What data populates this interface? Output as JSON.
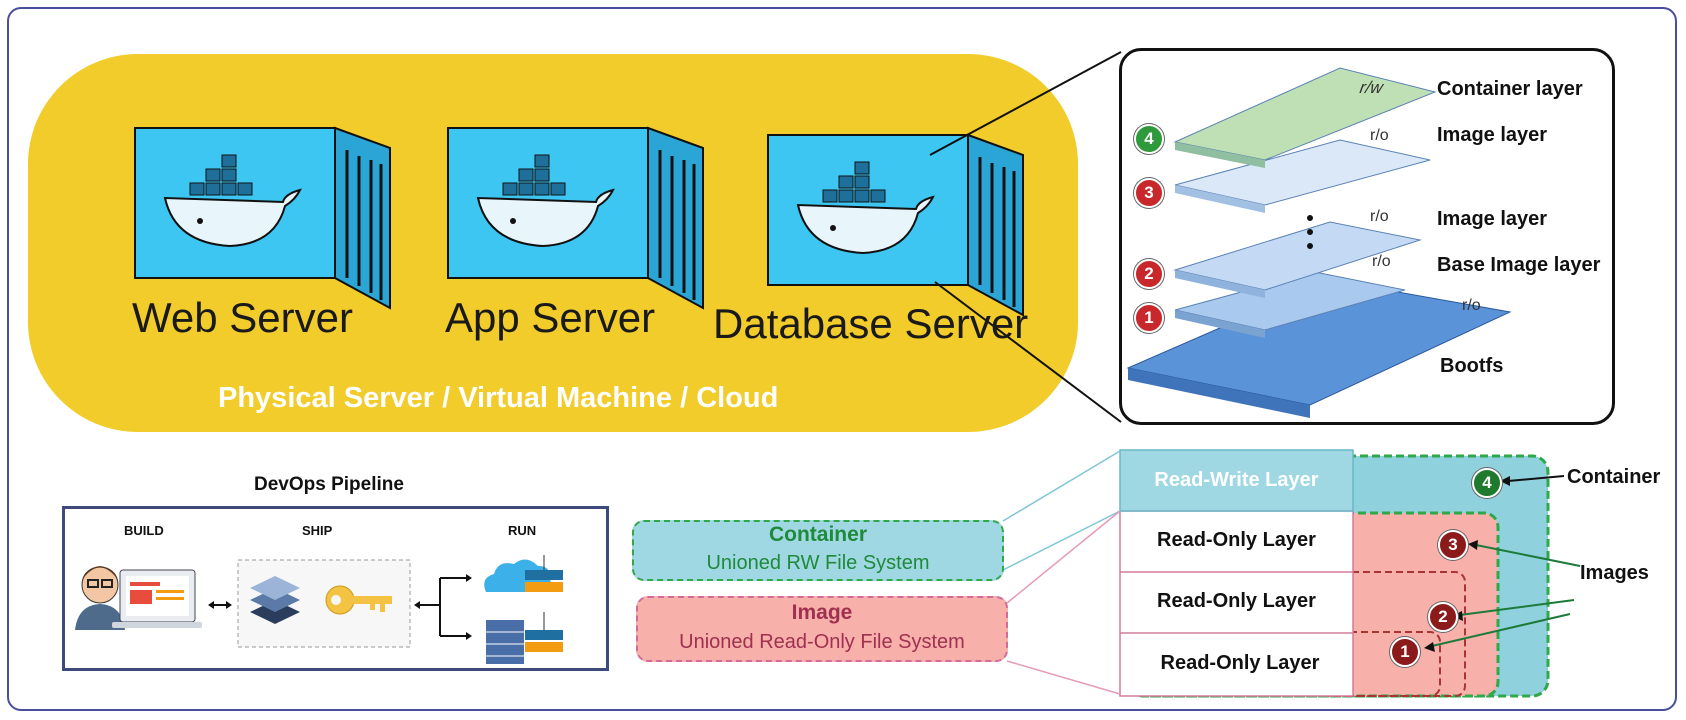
{
  "servers": [
    {
      "label": "Web Server"
    },
    {
      "label": "App Server"
    },
    {
      "label": "Database Server"
    }
  ],
  "platform_label": "Physical Server / Virtual Machine / Cloud",
  "layers": {
    "container_layer": "Container layer",
    "image_layer_1": "Image layer",
    "image_layer_2": "Image layer",
    "base_image_layer": "Base Image layer",
    "bootfs": "Bootfs",
    "rw_tag": "r/w",
    "ro_tag": "r/o",
    "badges": [
      "4",
      "3",
      "2",
      "1"
    ]
  },
  "devops": {
    "title": "DevOps Pipeline",
    "stages": [
      "BUILD",
      "SHIP",
      "RUN"
    ]
  },
  "unionfs": {
    "container_title": "Container",
    "container_sub": "Unioned RW File System",
    "image_title": "Image",
    "image_sub": "Unioned Read-Only File System",
    "rw_layer": "Read-Write Layer",
    "ro_layers": [
      "Read-Only Layer",
      "Read-Only Layer",
      "Read-Only Layer"
    ],
    "container_label": "Container",
    "images_label": "Images",
    "badges": [
      "4",
      "3",
      "2",
      "1"
    ]
  },
  "colors": {
    "yellow": "#f2cc2a",
    "container_blue": "#3ec6f2",
    "rw_teal": "#9fd8e3",
    "ro_pink": "#f8b0aa",
    "green_dash": "#2fa84a",
    "badge_red": "#c8282c",
    "badge_green": "#2f9a3c"
  }
}
